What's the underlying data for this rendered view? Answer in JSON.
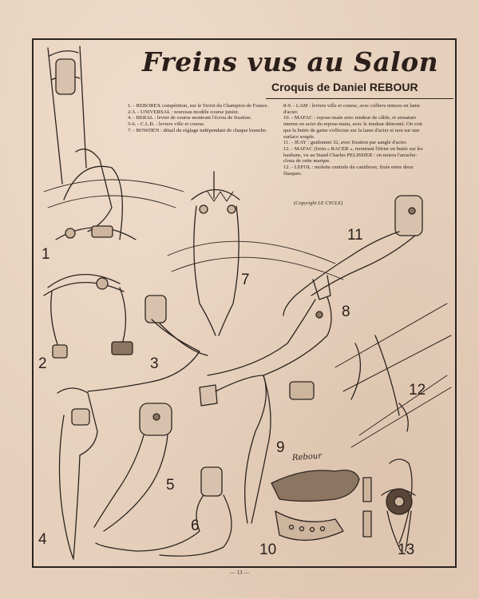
{
  "page": {
    "title": "Freins vus au Salon",
    "subtitle_prefix": "Croquis de Daniel",
    "subtitle_name": "REBOUR",
    "copyright": "(Copyright LE CYCLE)",
    "signature": "Rebour",
    "page_number": "— 13 —"
  },
  "legend_left": [
    "1. - REBOREX compétition, sur le Terrot du Champion de France.",
    "2-3. - UNIVERSAL : nouveau modèle course junior.",
    "4. - BERAL : levier de course montrant l'écrou de fixation.",
    "5-6. - C.L.B. : leviers ville et course.",
    "7. - BOWDEN : détail du réglage indépendant de chaque branche."
  ],
  "legend_right": [
    "8-9. - LAM : leviers ville et course, avec colliers minces en lame d'acier.",
    "10. - MAFAC : repose-main avec tendeur de câble, et armature interne en acier du repose-main, avec le tendeur démonté. On voit que la butée de gaine s'effectue sur la lame d'acier et non sur une surface souple.",
    "11. - JEAY : guidonnet 32, avec fixation par sangle d'acier.",
    "12. - MAFAC (frein « RACER », montrant l'étrier en butée sur les haubans, vu au Stand Charles PELISSIER : on notera l'arrache-clous de cette marque.",
    "12. - LEFOL : molette centrale du cantilever, fixée entre deux flasques."
  ],
  "figure_numbers": [
    "1",
    "2",
    "3",
    "4",
    "5",
    "6",
    "7",
    "8",
    "9",
    "10",
    "11",
    "12",
    "13"
  ]
}
